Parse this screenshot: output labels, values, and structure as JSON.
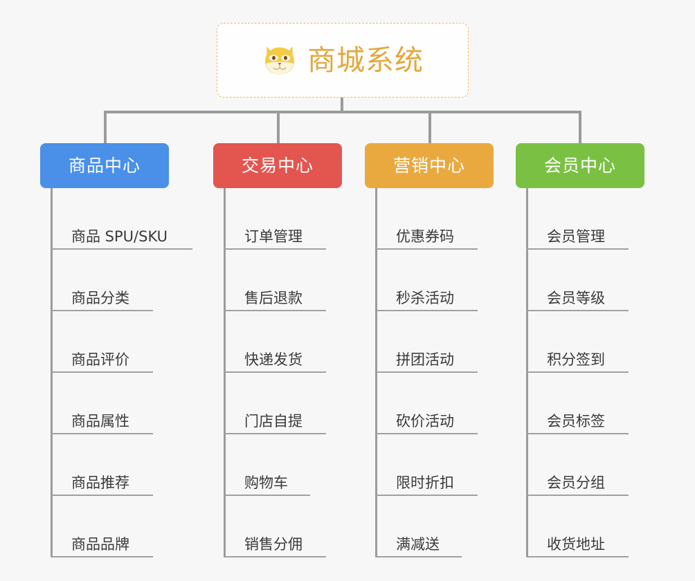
{
  "page": {
    "background_color": "#f7f7f7",
    "connector_color": "#9b9b9b"
  },
  "root": {
    "title": "商城系统",
    "icon": "shiba-dog-icon",
    "text_color": "#e3a83e",
    "border_color": "#edb963",
    "background_color": "#fefefe"
  },
  "columns": [
    {
      "title": "商品中心",
      "color": "#4a90e8",
      "items": [
        {
          "label": "商品 SPU/SKU",
          "underline_width": 205
        },
        {
          "label": "商品分类",
          "underline_width": 148
        },
        {
          "label": "商品评价",
          "underline_width": 148
        },
        {
          "label": "商品属性",
          "underline_width": 148
        },
        {
          "label": "商品推荐",
          "underline_width": 148
        },
        {
          "label": "商品品牌",
          "underline_width": 148
        }
      ]
    },
    {
      "title": "交易中心",
      "color": "#e2564f",
      "items": [
        {
          "label": "订单管理",
          "underline_width": 148
        },
        {
          "label": "售后退款",
          "underline_width": 148
        },
        {
          "label": "快递发货",
          "underline_width": 148
        },
        {
          "label": "门店自提",
          "underline_width": 148
        },
        {
          "label": "购物车",
          "underline_width": 125
        },
        {
          "label": "销售分佣",
          "underline_width": 148
        }
      ]
    },
    {
      "title": "营销中心",
      "color": "#eaa93f",
      "items": [
        {
          "label": "优惠券码",
          "underline_width": 148
        },
        {
          "label": "秒杀活动",
          "underline_width": 148
        },
        {
          "label": "拼团活动",
          "underline_width": 148
        },
        {
          "label": "砍价活动",
          "underline_width": 148
        },
        {
          "label": "限时折扣",
          "underline_width": 148
        },
        {
          "label": "满减送",
          "underline_width": 125
        }
      ]
    },
    {
      "title": "会员中心",
      "color": "#7ac143",
      "items": [
        {
          "label": "会员管理",
          "underline_width": 148
        },
        {
          "label": "会员等级",
          "underline_width": 148
        },
        {
          "label": "积分签到",
          "underline_width": 148
        },
        {
          "label": "会员标签",
          "underline_width": 148
        },
        {
          "label": "会员分组",
          "underline_width": 148
        },
        {
          "label": "收货地址",
          "underline_width": 148
        }
      ]
    }
  ]
}
